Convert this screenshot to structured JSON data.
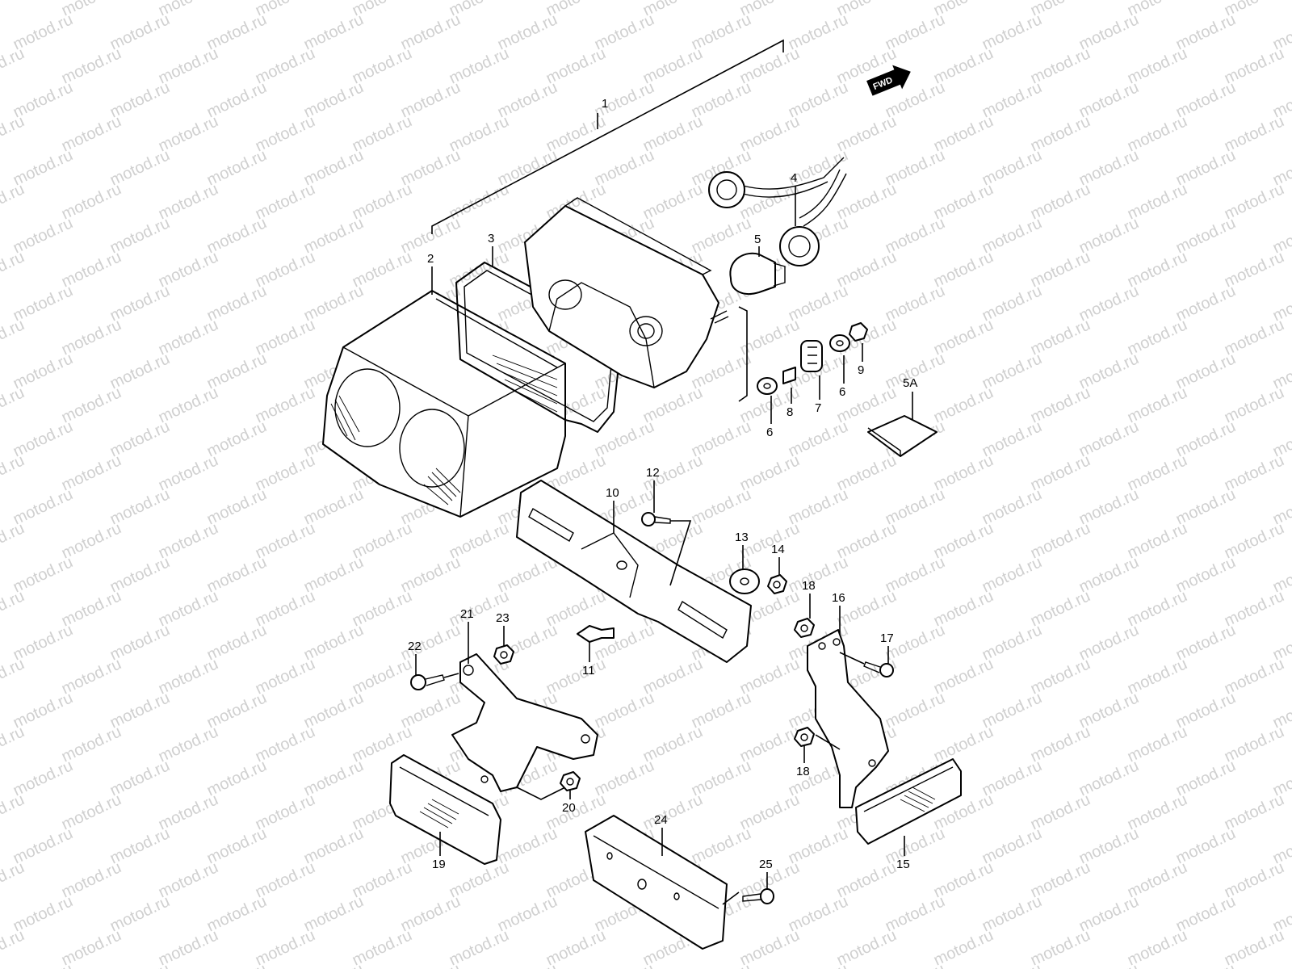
{
  "watermark": {
    "text": "motod.ru",
    "color": "#d0d0d0"
  },
  "direction_badge": {
    "text": "FWD"
  },
  "colors": {
    "line": "#000000",
    "background": "#ffffff"
  },
  "callouts": {
    "c1": "1",
    "c2": "2",
    "c3": "3",
    "c4": "4",
    "c5": "5",
    "c5a": "5A",
    "c6a": "6",
    "c6b": "6",
    "c7": "7",
    "c8": "8",
    "c9": "9",
    "c10": "10",
    "c11": "11",
    "c12": "12",
    "c13": "13",
    "c14": "14",
    "c15": "15",
    "c16": "16",
    "c17": "17",
    "c18a": "18",
    "c18b": "18",
    "c19": "19",
    "c20": "20",
    "c21": "21",
    "c22": "22",
    "c23": "23",
    "c24": "24",
    "c25": "25"
  }
}
